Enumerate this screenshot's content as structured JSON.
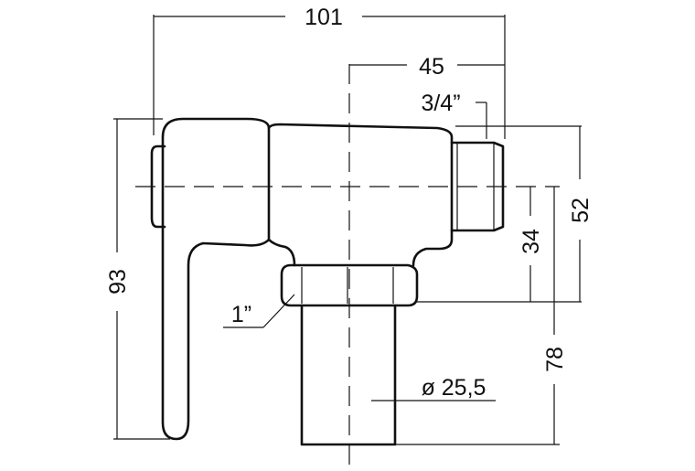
{
  "drawing": {
    "dimensions": {
      "total_width": "101",
      "outlet_offset": "45",
      "outlet_thread": "3/4”",
      "body_height": "52",
      "outlet_height": "34",
      "inlet_thread": "1”",
      "total_height": "93",
      "inlet_length": "78",
      "inlet_diameter": "ø 25,5"
    },
    "colors": {
      "line": "#111111",
      "background": "#ffffff"
    }
  }
}
